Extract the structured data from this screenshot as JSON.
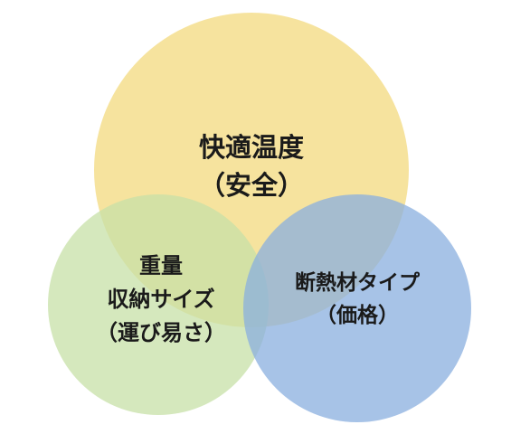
{
  "diagram": {
    "type": "venn",
    "circles": [
      {
        "id": "top",
        "lines": [
          "快適温度",
          "（安全）"
        ],
        "color": "#F5DE8D"
      },
      {
        "id": "left",
        "lines": [
          "重量",
          "収納サイズ",
          "（運び易さ）"
        ],
        "color": "#C7E0A7"
      },
      {
        "id": "right",
        "lines": [
          "断熱材タイプ",
          "（価格）"
        ],
        "color": "#8AAFDF"
      }
    ]
  }
}
